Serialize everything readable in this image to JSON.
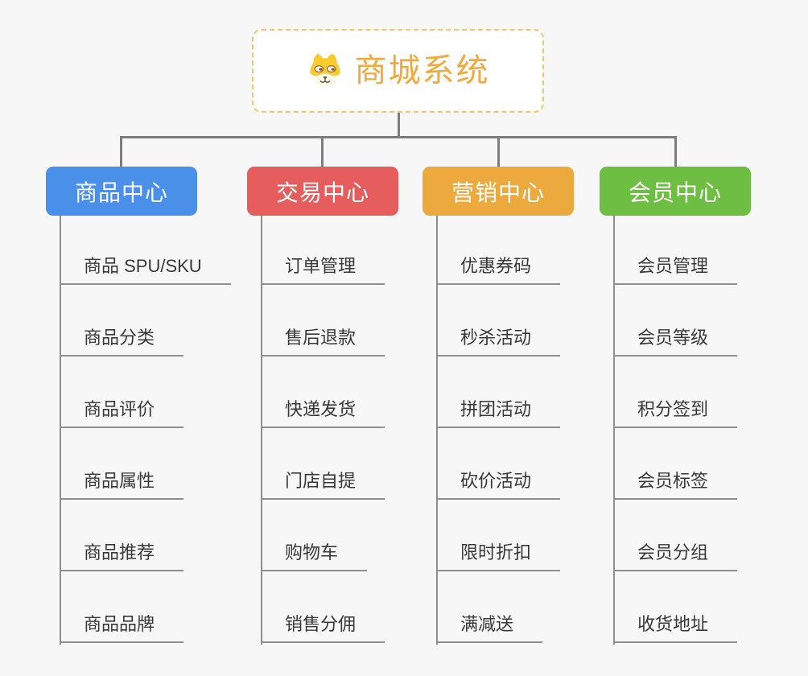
{
  "root": {
    "title": "商城系统",
    "icon": "shiba-dog-icon",
    "title_color": "#F2A93C",
    "border_color": "#F7C469"
  },
  "branches": [
    {
      "label": "商品中心",
      "color": "#4A8FE8",
      "items": [
        "商品 SPU/SKU",
        "商品分类",
        "商品评价",
        "商品属性",
        "商品推荐",
        "商品品牌"
      ]
    },
    {
      "label": "交易中心",
      "color": "#E65D5D",
      "items": [
        "订单管理",
        "售后退款",
        "快递发货",
        "门店自提",
        "购物车",
        "销售分佣"
      ]
    },
    {
      "label": "营销中心",
      "color": "#ECA93E",
      "items": [
        "优惠券码",
        "秒杀活动",
        "拼团活动",
        "砍价活动",
        "限时折扣",
        "满减送"
      ]
    },
    {
      "label": "会员中心",
      "color": "#6DBE42",
      "items": [
        "会员管理",
        "会员等级",
        "积分签到",
        "会员标签",
        "会员分组",
        "收货地址"
      ]
    }
  ],
  "connector_color": "#7D7D7D",
  "underline_color": "#8F8F8F",
  "background_color": "#F7F7F7"
}
